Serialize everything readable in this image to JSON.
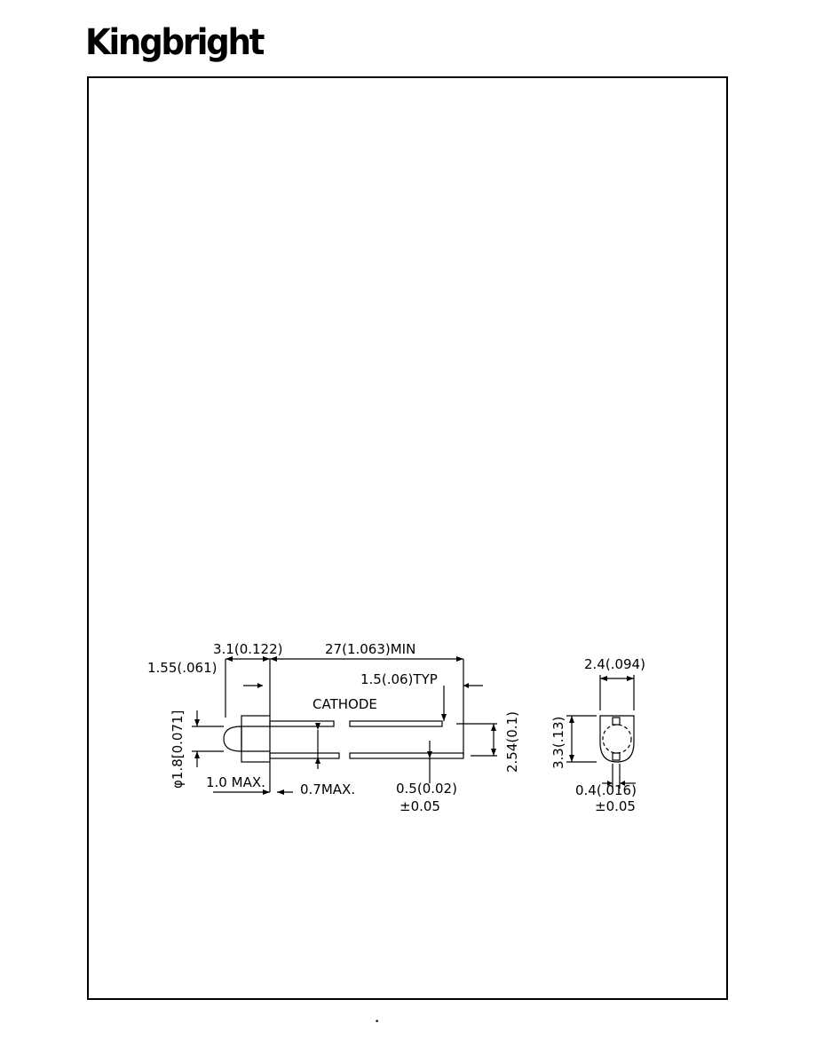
{
  "header": {
    "brand": "Kingbright"
  },
  "dimensions": {
    "body_length": "3.1(0.122)",
    "lead_length": "27(1.063)MIN",
    "flange_offset": "1.55(.061)",
    "lead_step": "1.5(.06)TYP",
    "cathode_label": "CATHODE",
    "lens_diameter": "φ1.8[0.071]",
    "lead_spacing": "2.54(0.1)",
    "flange_max": "1.0  MAX.",
    "lead_max": "0.7MAX.",
    "lead_width": "0.5(0.02)",
    "lead_width_tol": "±0.05",
    "end_width": "2.4(.094)",
    "end_height": "3.3(.13)",
    "end_lead": "0.4(.016)",
    "end_lead_tol": "±0.05"
  },
  "footer": {
    "mark": "•"
  }
}
